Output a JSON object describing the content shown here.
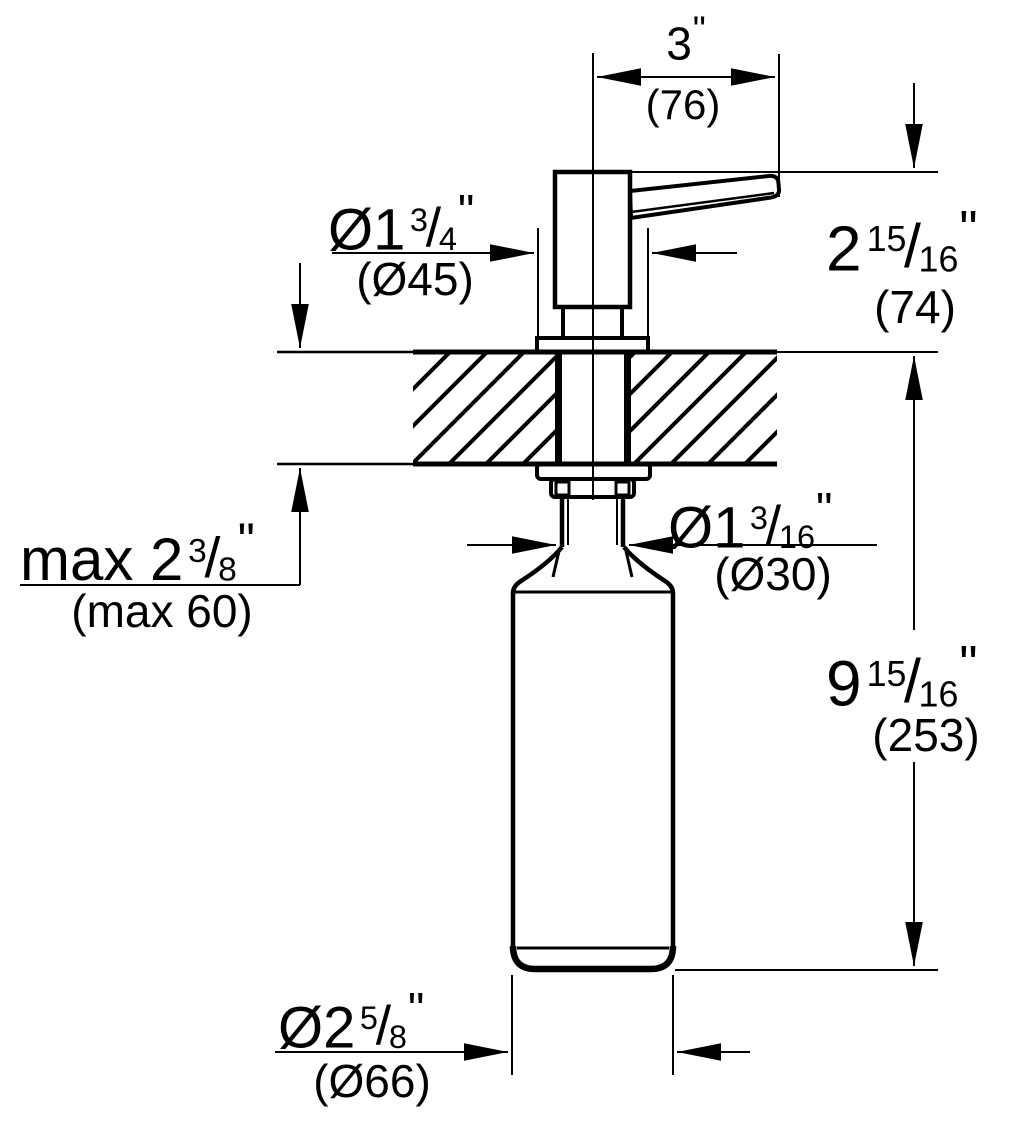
{
  "drawing": {
    "title": "Soap dispenser installation dimension drawing",
    "view": "side section view through countertop",
    "background_color": "#ffffff",
    "line_color": "#000000"
  },
  "dimensions": {
    "spout_reach": {
      "value": "3",
      "unit": "\"",
      "metric": "(76)"
    },
    "head_height": {
      "value": "2",
      "frac_num": "15",
      "slash": "/",
      "frac_den": "16",
      "unit": "\"",
      "metric": "(74)"
    },
    "head_diameter": {
      "value": "Ø1",
      "frac_num": "3",
      "slash": "/",
      "frac_den": "4",
      "unit": "\"",
      "metric": "(Ø45)"
    },
    "max_counter_thickness": {
      "value": "max 2",
      "frac_num": "3",
      "slash": "/",
      "frac_den": "8",
      "unit": "\"",
      "metric": "(max 60)"
    },
    "neck_diameter": {
      "value": "Ø1",
      "frac_num": "3",
      "slash": "/",
      "frac_den": "16",
      "unit": "\"",
      "metric": "(Ø30)"
    },
    "under_counter_height": {
      "value": "9",
      "frac_num": "15",
      "slash": "/",
      "frac_den": "16",
      "unit": "\"",
      "metric": "(253)"
    },
    "bottle_diameter": {
      "value": "Ø2",
      "frac_num": "5",
      "slash": "/",
      "frac_den": "8",
      "unit": "\"",
      "metric": "(Ø66)"
    }
  }
}
